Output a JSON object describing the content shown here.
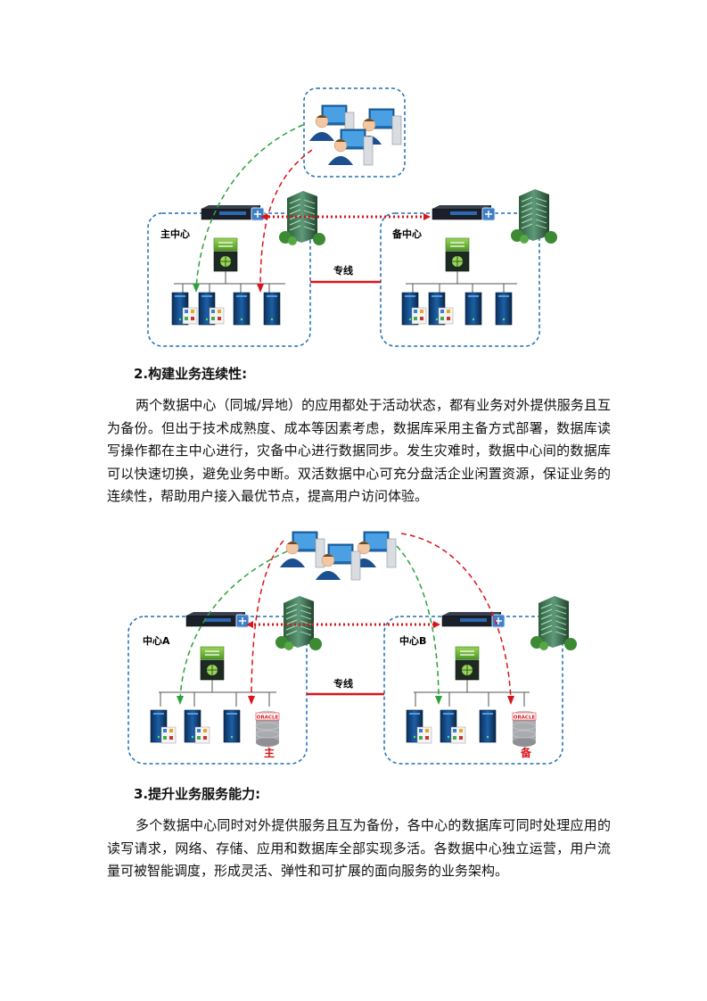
{
  "figure1": {
    "left_center_label": "主中心",
    "right_center_label": "备中心",
    "link_label": "专线"
  },
  "figure2": {
    "left_center_label": "中心A",
    "right_center_label": "中心B",
    "link_label": "专线",
    "left_db_role": "主",
    "right_db_role": "备",
    "db_logo_text": "ORACLE"
  },
  "section2": {
    "heading": "2.构建业务连续性:",
    "paragraph": "两个数据中心（同城/异地）的应用都处于活动状态，都有业务对外提供服务且互为备份。但出于技术成熟度、成本等因素考虑，数据库采用主备方式部署，数据库读写操作都在主中心进行，灾备中心进行数据同步。发生灾难时，数据中心间的数据库可以快速切换，避免业务中断。双活数据中心可充分盘活企业闲置资源，保证业务的连续性，帮助用户接入最优节点，提高用户访问体验。"
  },
  "section3": {
    "heading": "3.提升业务服务能力:",
    "paragraph": "多个数据中心同时对外提供服务且互为备份，各中心的数据库可同时处理应用的读写请求，网络、存储、应用和数据库全部实现多活。各数据中心独立运营，用户流量可被智能调度，形成灵活、弹性和可扩展的面向服务的业务架构。"
  },
  "colors": {
    "box_border": "#1f6fb5",
    "link_red": "#d9151b",
    "path_green": "#2aa33a",
    "path_red": "#d9151b",
    "switch_green": "#7cc142"
  },
  "icons": [
    "user-workstation-icon",
    "router-icon",
    "building-icon",
    "switch-icon",
    "server-icon",
    "database-icon"
  ]
}
